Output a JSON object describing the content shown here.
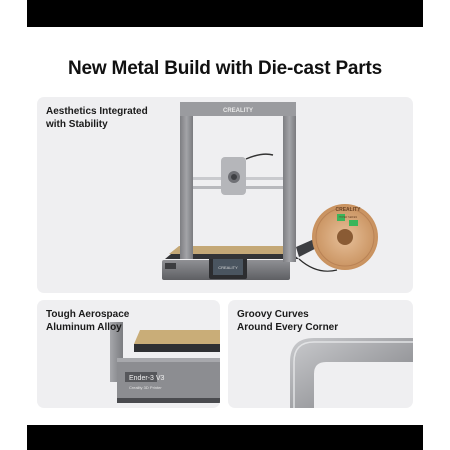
{
  "headline": "New Metal Build with Die-cast Parts",
  "features": [
    {
      "caption": "Aesthetics Integrated\nwith Stability"
    },
    {
      "caption": "Tough Aerospace\nAluminum Alloy"
    },
    {
      "caption": "Groovy Curves\nAround Every Corner"
    }
  ],
  "printer": {
    "brand": "CREALITY",
    "model_badge": "Ender-3 V3",
    "model_sub": "Creality 3D Printer",
    "spool_brand": "CREALITY",
    "spool_sub": "HYPER SERIES"
  },
  "colors": {
    "frame": "#8e8f93",
    "panel_bg": "#efeff1",
    "spool": "#d9a878",
    "bed": "#b59a5c"
  }
}
